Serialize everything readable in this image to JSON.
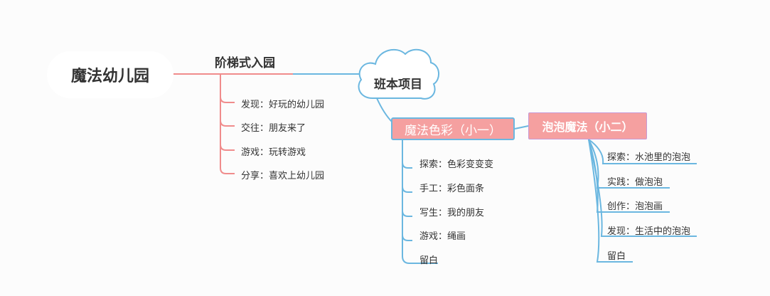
{
  "root": {
    "label": "魔法幼儿园"
  },
  "branch_left": {
    "title": "阶梯式入园",
    "items": [
      "发现：好玩的幼儿园",
      "交往：朋友来了",
      "游戏：玩转游戏",
      "分享：喜欢上幼儿园"
    ]
  },
  "branch_cloud": {
    "title": "班本项目",
    "groups": [
      {
        "title": "魔法色彩（小一）",
        "items": [
          "探索：色彩变变变",
          "手工：彩色面条",
          "写生：我的朋友",
          "游戏：绳画",
          "留白"
        ]
      },
      {
        "title": "泡泡魔法（小二）",
        "items": [
          "探索：水池里的泡泡",
          "实践：做泡泡",
          "创作：泡泡画",
          "发现：生活中的泡泡",
          "留白"
        ]
      }
    ]
  },
  "colors": {
    "pink_line": "#f08c8c",
    "blue_line": "#6bb7e0",
    "box_fill": "#f5a0a0",
    "text": "#333333"
  }
}
